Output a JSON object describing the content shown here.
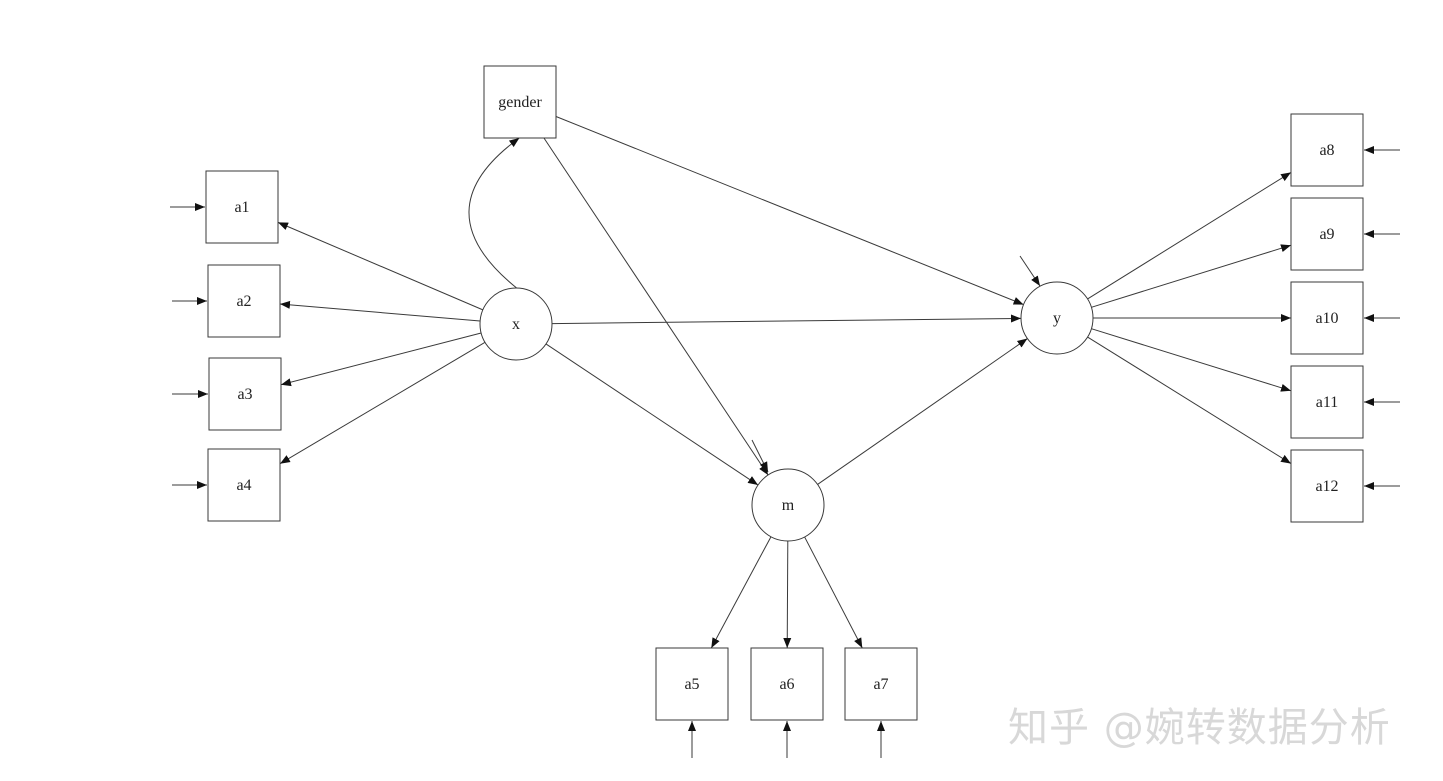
{
  "colors": {
    "stroke": "#3a3a3a",
    "background": "#ffffff",
    "watermark": "#d8d8d8"
  },
  "watermark": "知乎 @婉转数据分析",
  "nodes": [
    {
      "id": "gender",
      "label": "gender",
      "shape": "box"
    },
    {
      "id": "a1",
      "label": "a1",
      "shape": "box"
    },
    {
      "id": "a2",
      "label": "a2",
      "shape": "box"
    },
    {
      "id": "a3",
      "label": "a3",
      "shape": "box"
    },
    {
      "id": "a4",
      "label": "a4",
      "shape": "box"
    },
    {
      "id": "x",
      "label": "x",
      "shape": "circle"
    },
    {
      "id": "m",
      "label": "m",
      "shape": "circle"
    },
    {
      "id": "y",
      "label": "y",
      "shape": "circle"
    },
    {
      "id": "a5",
      "label": "a5",
      "shape": "box"
    },
    {
      "id": "a6",
      "label": "a6",
      "shape": "box"
    },
    {
      "id": "a7",
      "label": "a7",
      "shape": "box"
    },
    {
      "id": "a8",
      "label": "a8",
      "shape": "box"
    },
    {
      "id": "a9",
      "label": "a9",
      "shape": "box"
    },
    {
      "id": "a10",
      "label": "a10",
      "shape": "box"
    },
    {
      "id": "a11",
      "label": "a11",
      "shape": "box"
    },
    {
      "id": "a12",
      "label": "a12",
      "shape": "box"
    }
  ],
  "edges": [
    {
      "from": "x",
      "to": "a1"
    },
    {
      "from": "x",
      "to": "a2"
    },
    {
      "from": "x",
      "to": "a3"
    },
    {
      "from": "x",
      "to": "a4"
    },
    {
      "from": "x",
      "to": "gender",
      "curved": true
    },
    {
      "from": "gender",
      "to": "y"
    },
    {
      "from": "gender",
      "to": "m"
    },
    {
      "from": "x",
      "to": "y"
    },
    {
      "from": "x",
      "to": "m"
    },
    {
      "from": "m",
      "to": "y"
    },
    {
      "from": "m",
      "to": "a5"
    },
    {
      "from": "m",
      "to": "a6"
    },
    {
      "from": "m",
      "to": "a7"
    },
    {
      "from": "y",
      "to": "a8"
    },
    {
      "from": "y",
      "to": "a9"
    },
    {
      "from": "y",
      "to": "a10"
    },
    {
      "from": "y",
      "to": "a11"
    },
    {
      "from": "y",
      "to": "a12"
    }
  ],
  "error_terms": [
    "a1",
    "a2",
    "a3",
    "a4",
    "a5",
    "a6",
    "a7",
    "a8",
    "a9",
    "a10",
    "a11",
    "a12",
    "m",
    "y"
  ]
}
